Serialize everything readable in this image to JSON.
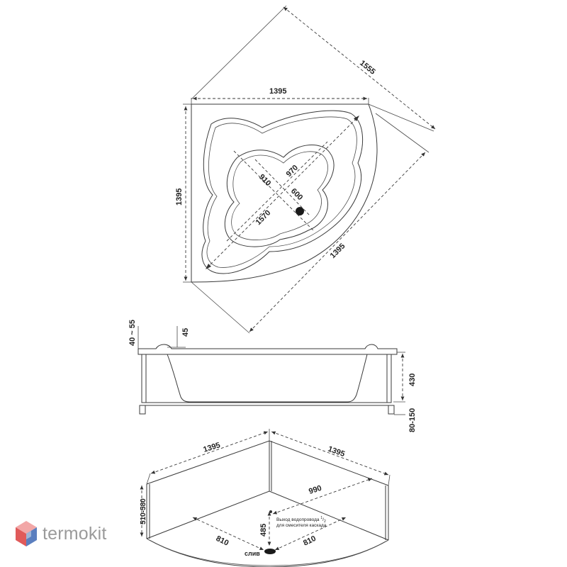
{
  "top_view": {
    "width_label": "1395",
    "height_label": "1395",
    "diagonal_label": "1555",
    "front_label": "1395",
    "inner_970": "970",
    "inner_910": "910",
    "inner_600": "600",
    "inner_1570": "1570"
  },
  "side_view": {
    "rim_label": "40 ~ 55",
    "headrest_label": "45",
    "depth_label": "430",
    "legs_label": "80-150"
  },
  "bottom_view": {
    "left_side_label": "1395",
    "right_side_label": "1395",
    "height_label": "510-580",
    "dist_990": "990",
    "dist_485": "485",
    "dist_810_left": "810",
    "dist_810_right": "810",
    "drain_label": "слив",
    "outlet_note_line1": "Выход водопровода ",
    "outlet_note_sup": "1",
    "outlet_note_sub": "2",
    "outlet_note_line2": "для смесителя каскада"
  },
  "brand": {
    "name": "termokit",
    "logo_colors": [
      "#f2a7a7",
      "#e05a5a",
      "#9fb5d6",
      "#5b7fbf"
    ]
  }
}
